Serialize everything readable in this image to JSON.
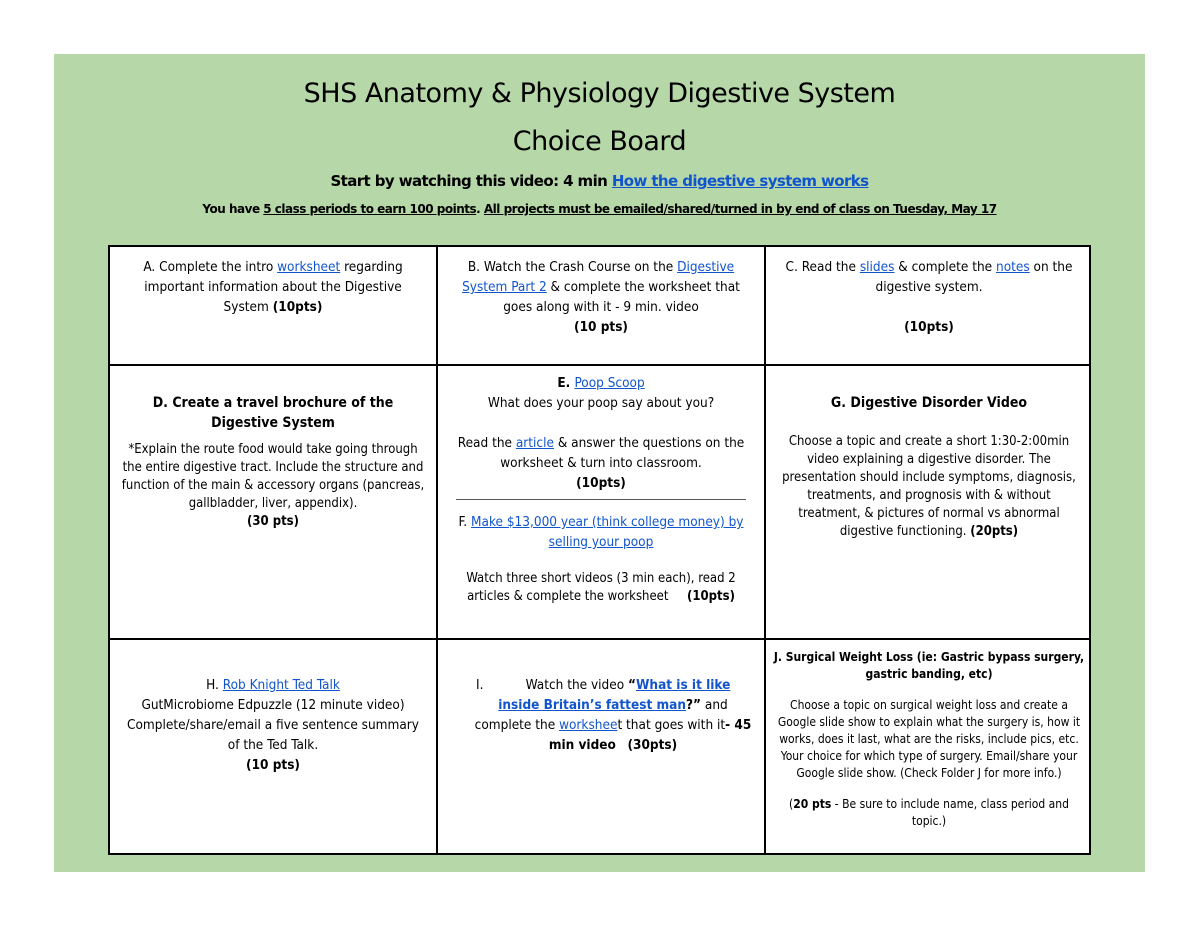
{
  "header": {
    "title_line1": "SHS Anatomy & Physiology Digestive System",
    "title_line2": "Choice Board",
    "intro_prefix": "Start by watching this video: 4 min ",
    "intro_link": "How the digestive system works",
    "notice_prefix": "You have ",
    "notice_underlined1": "5 class periods to earn 100 points",
    "notice_sep": ". ",
    "notice_underlined2": "All projects must be emailed/shared/turned in by end of class on Tuesday, May 17"
  },
  "colors": {
    "background": "#b6d7a8",
    "link": "#1155cc",
    "border": "#000000"
  },
  "cells": {
    "A": {
      "prefix": "A.  Complete the intro ",
      "link": " worksheet",
      "body": "regarding important  information about the Digestive System ",
      "points": "(10pts)"
    },
    "B": {
      "prefix": "B. Watch the Crash Course on the ",
      "link": "Digestive System Part 2",
      "body": " & complete the worksheet that goes along with it - 9 min. video",
      "points": "(10 pts)"
    },
    "C": {
      "prefix": "C. Read the ",
      "link1": "slides",
      "mid": " & complete the ",
      "link2": "notes",
      "body": " on the digestive system.",
      "points": "(10pts)"
    },
    "D": {
      "heading": "D. Create a travel brochure of the Digestive System",
      "body": "*Explain the route food  would take going through the entire digestive tract.  Include the structure and function of the main & accessory organs (pancreas, gallbladder, liver, appendix).",
      "points": "(30 pts)"
    },
    "E": {
      "letter": "E. ",
      "link": "Poop Scoop",
      "subtitle": "What does your poop say about you?",
      "prefix": "Read the ",
      "link2": "article",
      "body": " & answer the questions on the worksheet & turn into classroom.",
      "points": "(10pts)"
    },
    "F": {
      "letter": "F. ",
      "link": "Make $13,000 year (think college money)  by selling your poop",
      "body": "Watch three short videos (3 min each), read 2 articles & complete the worksheet     ",
      "points": "(10pts)"
    },
    "G": {
      "heading": "G. Digestive Disorder Video",
      "body": "Choose a topic and create a short 1:30-2:00min video explaining a digestive disorder. The presentation should include symptoms, diagnosis, treatments, and prognosis with & without treatment, & pictures of normal vs abnormal digestive functioning.  ",
      "points": "(20pts)"
    },
    "H": {
      "letter": "H. ",
      "link": "Rob Knight Ted Talk",
      "body": "GutMicrobiome Edpuzzle (12 minute video) Complete/share/email a five sentence summary of the Ted Talk.",
      "points": "(10 pts)"
    },
    "I": {
      "letter": "I.",
      "prefix": "Watch the video ",
      "quote_open": "“",
      "link": "What is it like inside Britain’s fattest man",
      "quote_close": "?”",
      "mid": " and complete the ",
      "link2": "workshee",
      "after_link2": "t that goes with it",
      "duration": "- 45 min video",
      "points": "(30pts)"
    },
    "J": {
      "heading": "J.  Surgical Weight Loss (ie: Gastric bypass surgery, gastric banding, etc)",
      "body": "Choose a topic on surgical weight loss and create a Google slide show to explain what the surgery is, how it works, does it last, what are the risks, include pics, etc.  Your choice for which type of surgery.  Email/share your Google slide show. (Check Folder J for more info.)",
      "note_open": "(",
      "points": "20 pts",
      "note": " - Be sure to include name, class period and topic.)"
    }
  }
}
